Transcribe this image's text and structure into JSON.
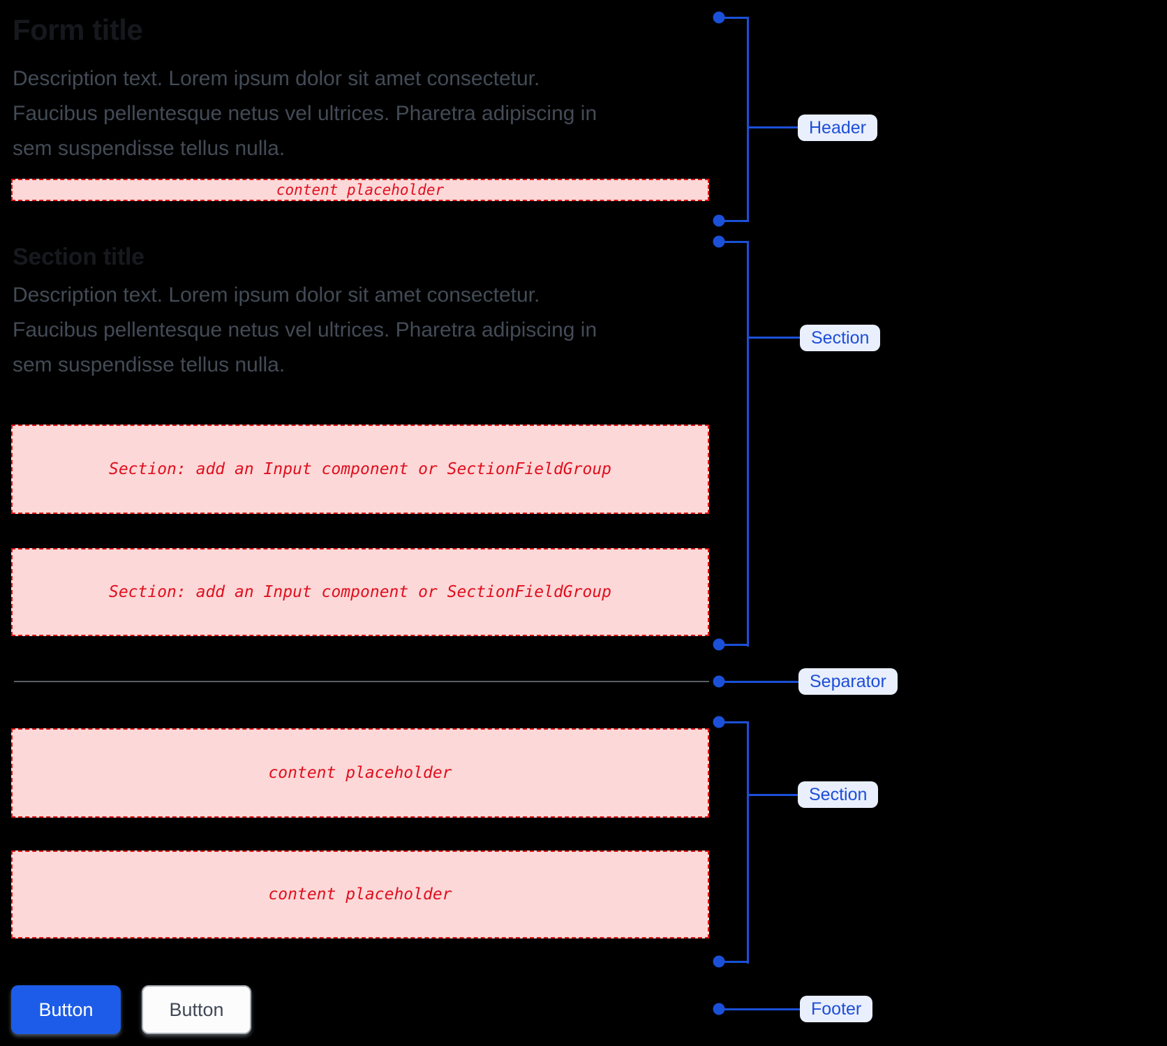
{
  "content": {
    "header": {
      "title": "Form title",
      "description_lines": [
        "Description text. Lorem ipsum dolor sit amet consectetur.",
        "Faucibus pellentesque netus vel ultrices. Pharetra adipiscing in",
        "sem suspendisse tellus nulla."
      ],
      "content_placeholder": "content placeholder"
    },
    "section": {
      "title": "Section title",
      "description_lines": [
        "Description text. Lorem ipsum dolor sit amet consectetur.",
        "Faucibus pellentesque netus vel ultrices. Pharetra adipiscing in",
        "sem suspendisse tellus nulla."
      ],
      "slot_placeholder": "Section: add an Input component or SectionFieldGroup"
    },
    "lower_section": {
      "content_placeholder": "content placeholder"
    },
    "footer": {
      "primary_button": "Button",
      "secondary_button": "Button"
    }
  },
  "annotations": {
    "header_label": "Header",
    "section1_label": "Section",
    "separator_label": "Separator",
    "section2_label": "Section",
    "footer_label": "Footer"
  },
  "colors": {
    "background": "#000000",
    "annotation_blue": "#1b50d8",
    "label_text_blue": "#1d4ed8",
    "label_pill_bg": "#e9effc",
    "placeholder_bg": "#fcd8d8",
    "placeholder_border": "#dc1212",
    "placeholder_text": "#e00f1e",
    "primary_button_bg": "#1c5ce8",
    "separator_gray": "#5a5e64",
    "title_text": "#16181d",
    "description_text": "#434b56"
  }
}
